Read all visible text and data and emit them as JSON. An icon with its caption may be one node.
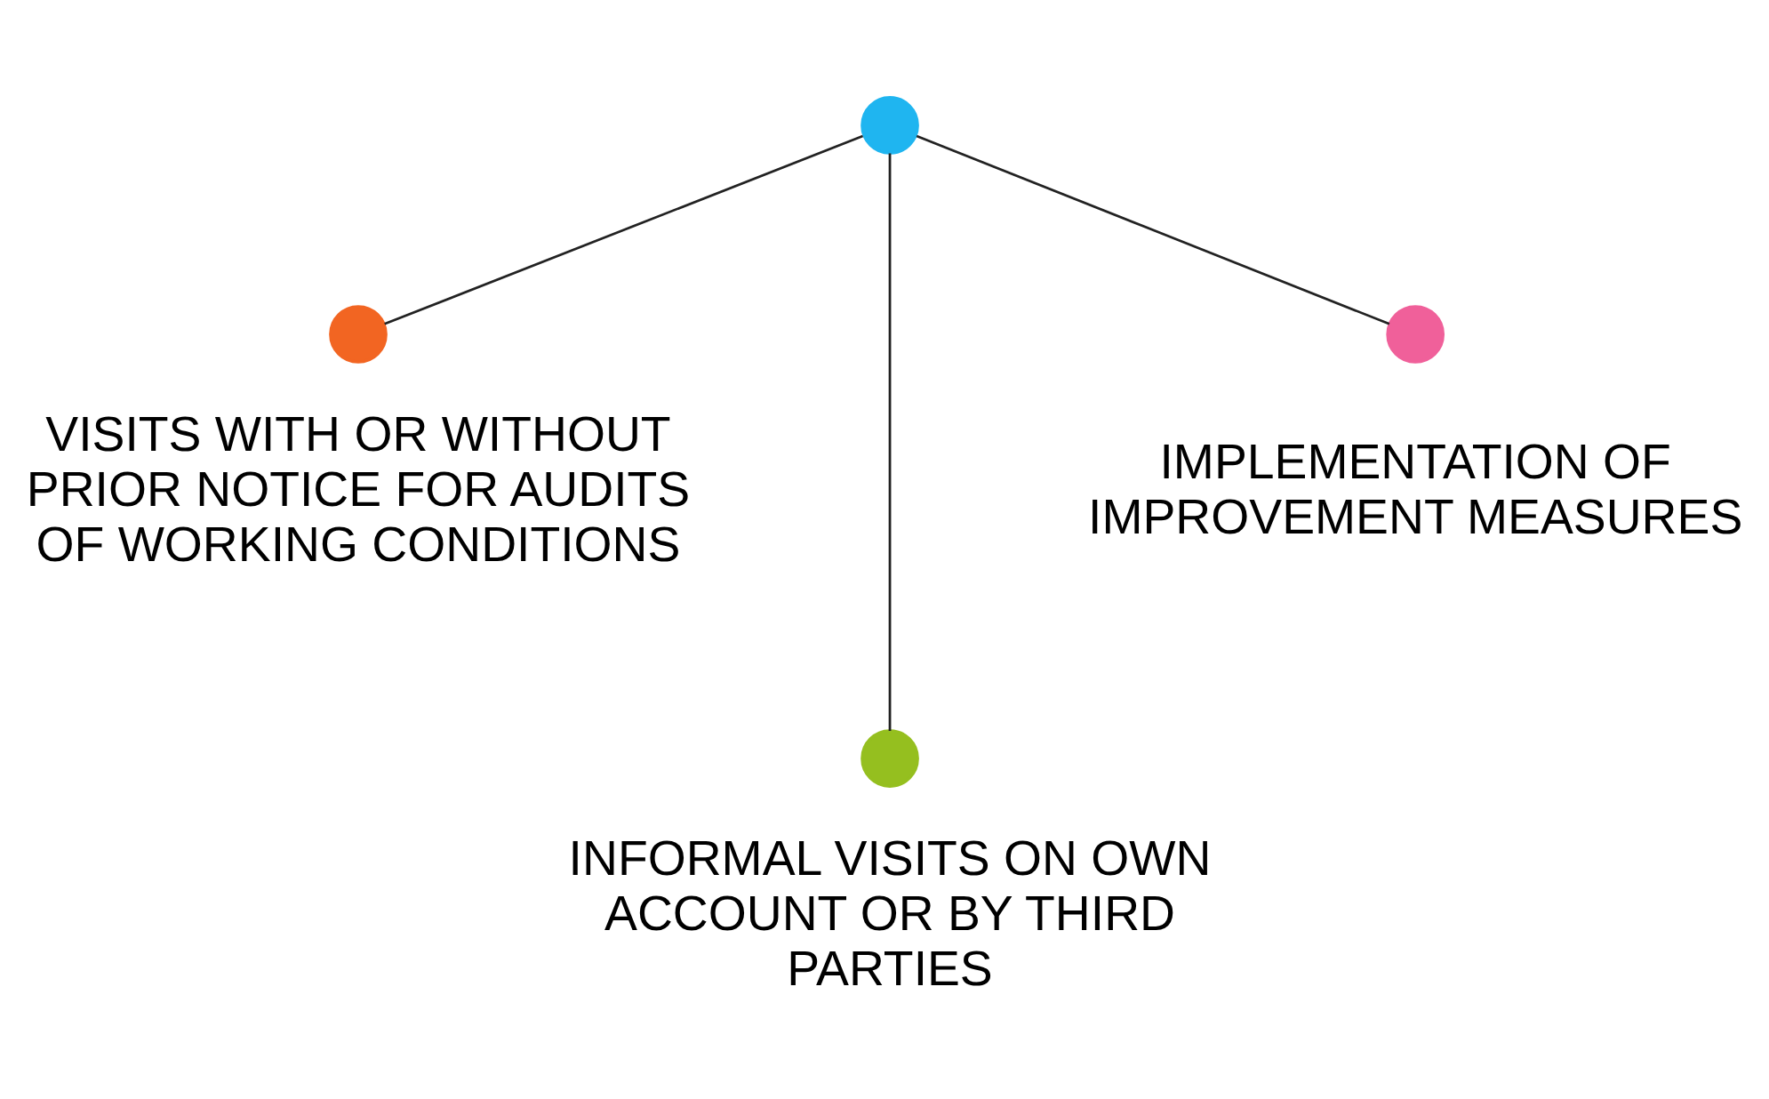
{
  "diagram": {
    "nodes": [
      {
        "text": [],
        "shape": "circle"
      },
      {
        "text": [],
        "shape": "circle",
        "beside": [
          "VISITS WITH OR WITHOUT PRIOR NOTICE FOR AUDITS OF WORKING CONDITIONS"
        ]
      },
      {
        "text": [],
        "shape": "circle",
        "beside": [
          "IMPLEMENTATION OF IMPROVEMENT MEASURES"
        ]
      },
      {
        "text": [],
        "shape": "circle",
        "beside": [
          "INFORMAL VISITS ON OWN ACCOUNT OR BY THIRD PARTIES"
        ]
      }
    ],
    "edges": [
      {
        "from": 0,
        "to": 1,
        "arrow": "none"
      },
      {
        "from": 0,
        "to": 3,
        "arrow": "none"
      },
      {
        "from": 0,
        "to": 2,
        "arrow": "none"
      }
    ]
  }
}
